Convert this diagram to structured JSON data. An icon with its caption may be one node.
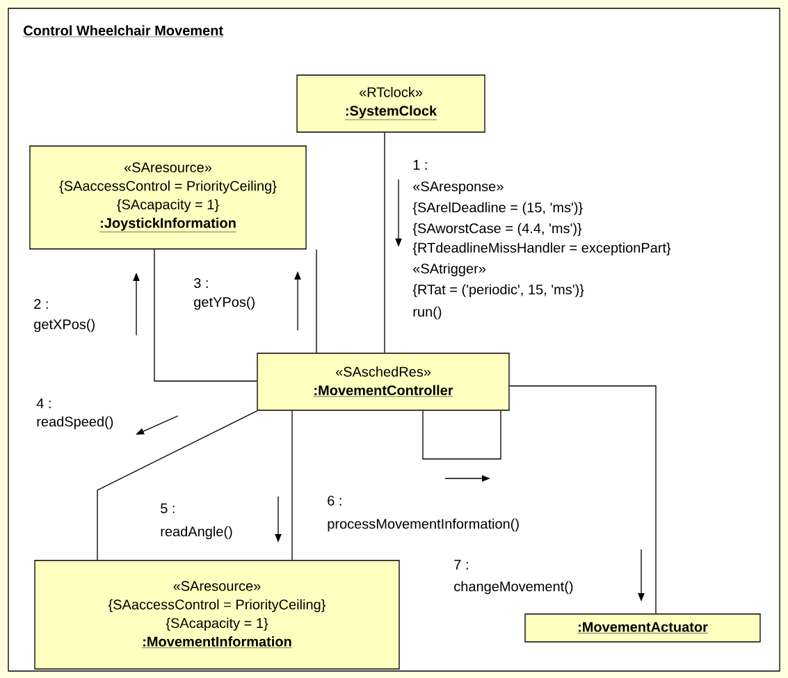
{
  "diagram": {
    "title": "Control Wheelchair Movement",
    "nodes": [
      {
        "text": [
          "«RTclock»",
          ":SystemClock"
        ]
      },
      {
        "text": [
          "«SAresource»",
          "{SAaccessControl = PriorityCeiling}",
          "{SAcapacity = 1}",
          ":JoystickInformation"
        ]
      },
      {
        "text": [
          "«SAschedRes»",
          ":MovementController"
        ]
      },
      {
        "text": [
          "«SAresource»",
          "{SAaccessControl = PriorityCeiling}",
          "{SAcapacity = 1}",
          ":MovementInformation"
        ]
      },
      {
        "text": [
          ":MovementActuator"
        ]
      }
    ],
    "edges": [
      {
        "from": 0,
        "to": 2,
        "arrow": "none"
      },
      {
        "from": 1,
        "to": 2,
        "arrow": "none"
      },
      {
        "from": 1,
        "to": 2,
        "arrow": "none"
      },
      {
        "from": 2,
        "to": 3,
        "arrow": "none"
      },
      {
        "from": 2,
        "to": 3,
        "arrow": "none"
      },
      {
        "from": 2,
        "to": 2,
        "arrow": "none"
      },
      {
        "from": 2,
        "to": 4,
        "arrow": "none"
      }
    ],
    "labels": [
      "1 :",
      "«SAresponse»",
      "{SArelDeadline = (15, 'ms')}",
      "{SAworstCase = (4.4, 'ms')}",
      "{RTdeadlineMissHandler = exceptionPart}",
      "«SAtrigger»",
      "{RTat = ('periodic', 15, 'ms')}",
      "run()",
      "2 :",
      "getXPos()",
      "3 :",
      "getYPos()",
      "4 :",
      "readSpeed()",
      "5 :",
      "readAngle()",
      "6 :",
      "processMovementInformation()",
      "7 :",
      "changeMovement()"
    ]
  }
}
